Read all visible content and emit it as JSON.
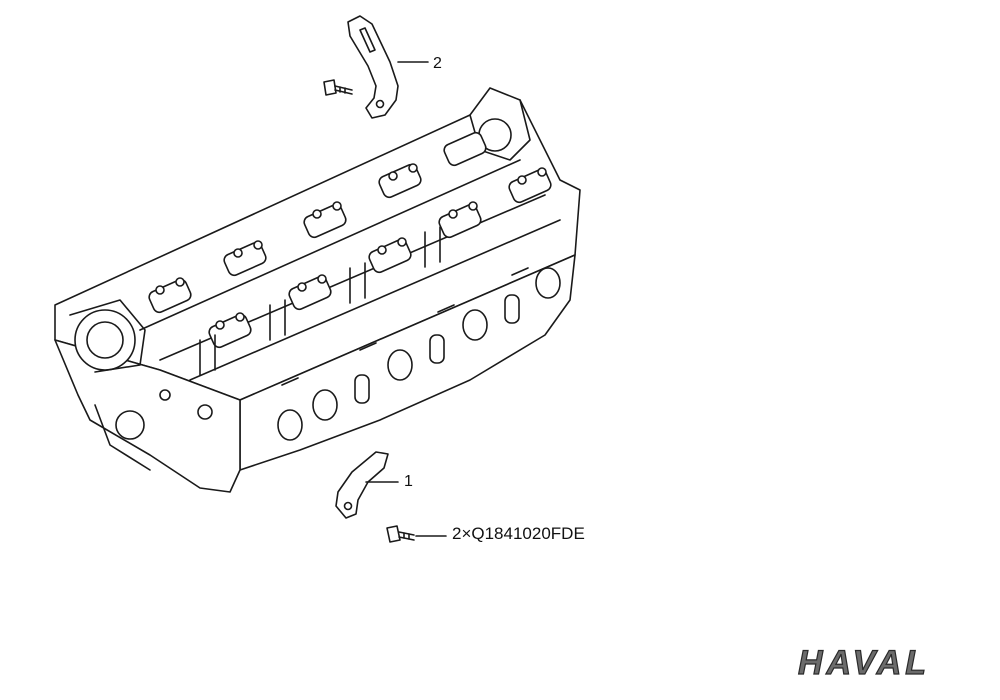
{
  "diagram": {
    "callouts": {
      "bracket_top": "2",
      "bracket_bottom": "1",
      "bolt": "2×Q1841020FDE"
    },
    "brand_logo_text": "HAVAL",
    "colors": {
      "line": "#1a1a1a",
      "fill": "#ffffff",
      "logo_fill": "#6b6b6b"
    }
  }
}
